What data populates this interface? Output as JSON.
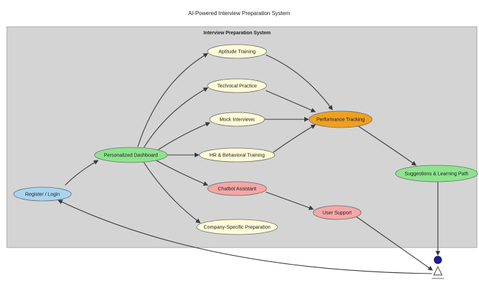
{
  "diagram": {
    "title": "AI-Powered Interview Preparation System",
    "cluster_label": "Interview Preparation System",
    "colors": {
      "cluster_fill": "#d4d4d4",
      "cream": "#fdfbd8",
      "green": "#8ee38e",
      "orange": "#f0a020",
      "blue": "#a9d4f0",
      "pink": "#f5a6a6",
      "end_dot": "#1a1aa8"
    },
    "nodes": [
      {
        "id": "aptitude",
        "label": "Aptitude Training",
        "color": "cream"
      },
      {
        "id": "technical",
        "label": "Technical Practice",
        "color": "cream"
      },
      {
        "id": "mock",
        "label": "Mock Interviews",
        "color": "cream"
      },
      {
        "id": "hr",
        "label": "HR & Behavioral Training",
        "color": "cream"
      },
      {
        "id": "dashboard",
        "label": "Personalized Dashboard",
        "color": "green"
      },
      {
        "id": "performance",
        "label": "Performance Tracking",
        "color": "orange"
      },
      {
        "id": "chatbot",
        "label": "Chatbot Assistant",
        "color": "pink"
      },
      {
        "id": "support",
        "label": "User Support",
        "color": "pink"
      },
      {
        "id": "company",
        "label": "Company-Specific Preparation",
        "color": "cream"
      },
      {
        "id": "suggestions",
        "label": "Suggestions & Learning Path",
        "color": "green"
      },
      {
        "id": "register",
        "label": "Register / Login",
        "color": "blue"
      }
    ],
    "edges": [
      {
        "from": "register",
        "to": "dashboard"
      },
      {
        "from": "dashboard",
        "to": "aptitude"
      },
      {
        "from": "dashboard",
        "to": "technical"
      },
      {
        "from": "dashboard",
        "to": "mock"
      },
      {
        "from": "dashboard",
        "to": "hr"
      },
      {
        "from": "dashboard",
        "to": "chatbot"
      },
      {
        "from": "dashboard",
        "to": "company"
      },
      {
        "from": "aptitude",
        "to": "performance"
      },
      {
        "from": "technical",
        "to": "performance"
      },
      {
        "from": "mock",
        "to": "performance"
      },
      {
        "from": "hr",
        "to": "performance"
      },
      {
        "from": "chatbot",
        "to": "support"
      },
      {
        "from": "performance",
        "to": "suggestions"
      },
      {
        "from": "suggestions",
        "to": "end_dot"
      },
      {
        "from": "support",
        "to": "end_tri"
      },
      {
        "from": "end_tri",
        "to": "register"
      }
    ]
  }
}
